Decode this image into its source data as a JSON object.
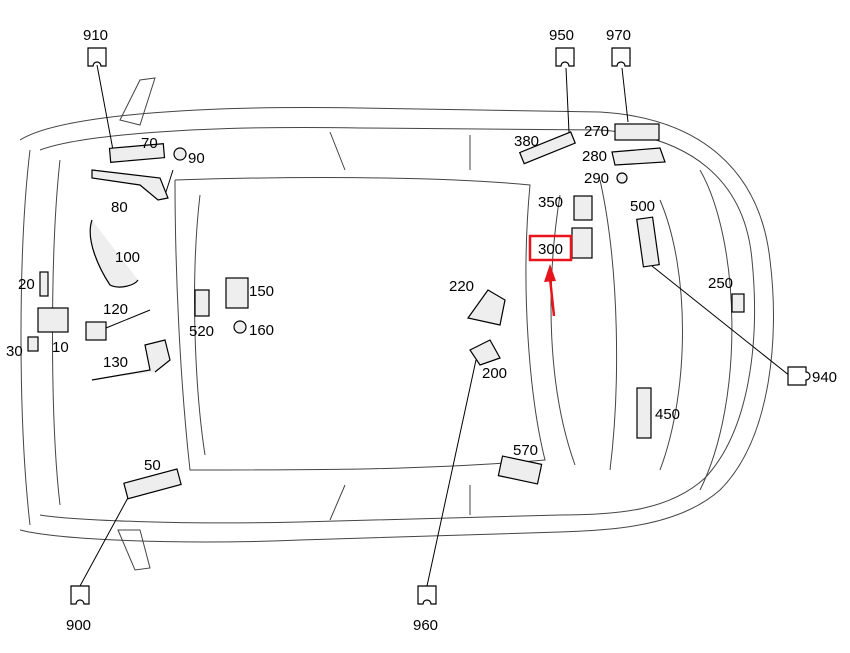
{
  "diagram": {
    "highlight_color": "#e8141b",
    "highlighted_part": "300",
    "connectors": [
      "910",
      "950",
      "970",
      "940",
      "900",
      "960"
    ],
    "parts": [
      "70",
      "90",
      "80",
      "100",
      "20",
      "120",
      "10",
      "30",
      "130",
      "150",
      "520",
      "160",
      "220",
      "200",
      "380",
      "270",
      "280",
      "290",
      "350",
      "300",
      "500",
      "250",
      "450",
      "570",
      "50"
    ]
  }
}
